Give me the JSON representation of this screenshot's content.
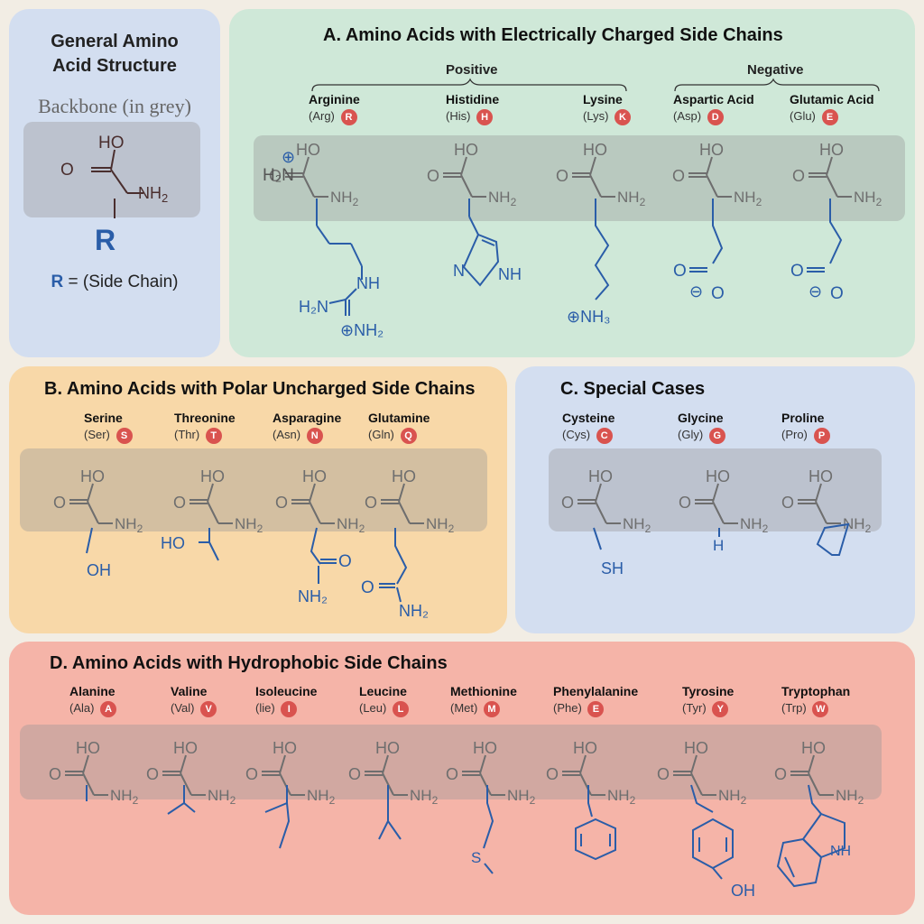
{
  "general": {
    "title_line1": "General Amino",
    "title_line2": "Acid Structure",
    "backbone_label": "Backbone (in grey)",
    "r_letter": "R",
    "r_definition_r": "R",
    "r_definition_text": " = (Side Chain)"
  },
  "chem": {
    "ho": "HO",
    "o": "O",
    "nh2": "NH",
    "nh2_sub": "2"
  },
  "sections": {
    "a": {
      "title": "A.  Amino Acids with Electrically Charged Side Chains",
      "positive_label": "Positive",
      "negative_label": "Negative",
      "amino_acids": [
        {
          "name": "Arginine",
          "abbr": "(Arg)",
          "code": "R"
        },
        {
          "name": "Histidine",
          "abbr": "(His)",
          "code": "H"
        },
        {
          "name": "Lysine",
          "abbr": "(Lys)",
          "code": "K"
        },
        {
          "name": "Aspartic Acid",
          "abbr": "(Asp)",
          "code": "D"
        },
        {
          "name": "Glutamic Acid",
          "abbr": "(Glu)",
          "code": "E"
        }
      ],
      "side_labels": {
        "arg_nh": "NH",
        "arg_h2n": "H₂N",
        "arg_nh2": "⊕NH₂",
        "arg_top_h2n": "H₂N",
        "arg_plus": "⊕",
        "his_n": "N",
        "his_nh": "NH",
        "lys_nh3": "⊕NH₃",
        "asp_o": "O",
        "asp_minus": "⊖",
        "asp_o2": "O",
        "glu_o": "O",
        "glu_minus": "⊖",
        "glu_o2": "O"
      }
    },
    "b": {
      "title": "B.  Amino Acids with Polar Uncharged Side Chains",
      "amino_acids": [
        {
          "name": "Serine",
          "abbr": "(Ser)",
          "code": "S"
        },
        {
          "name": "Threonine",
          "abbr": "(Thr)",
          "code": "T"
        },
        {
          "name": "Asparagine",
          "abbr": "(Asn)",
          "code": "N"
        },
        {
          "name": "Glutamine",
          "abbr": "(Gln)",
          "code": "Q"
        }
      ],
      "side_labels": {
        "ser_oh": "OH",
        "thr_ho": "HO",
        "asn_o": "O",
        "asn_nh2": "NH₂",
        "gln_o": "O",
        "gln_nh2": "NH₂"
      }
    },
    "c": {
      "title": "C.  Special Cases",
      "amino_acids": [
        {
          "name": "Cysteine",
          "abbr": "(Cys)",
          "code": "C"
        },
        {
          "name": "Glycine",
          "abbr": "(Gly)",
          "code": "G"
        },
        {
          "name": "Proline",
          "abbr": "(Pro)",
          "code": "P"
        }
      ],
      "side_labels": {
        "cys_sh": "SH",
        "gly_h": "H",
        "pro_nh": "NH"
      }
    },
    "d": {
      "title": "D.  Amino Acids with Hydrophobic Side Chains",
      "amino_acids": [
        {
          "name": "Alanine",
          "abbr": "(Ala)",
          "code": "A"
        },
        {
          "name": "Valine",
          "abbr": "(Val)",
          "code": "V"
        },
        {
          "name": "Isoleucine",
          "abbr": "(lie)",
          "code": "I"
        },
        {
          "name": "Leucine",
          "abbr": "(Leu)",
          "code": "L"
        },
        {
          "name": "Methionine",
          "abbr": "(Met)",
          "code": "M"
        },
        {
          "name": "Phenylalanine",
          "abbr": "(Phe)",
          "code": "E"
        },
        {
          "name": "Tyrosine",
          "abbr": "(Tyr)",
          "code": "Y"
        },
        {
          "name": "Tryptophan",
          "abbr": "(Trp)",
          "code": "W"
        }
      ],
      "side_labels": {
        "met_s": "S",
        "tyr_oh": "OH",
        "trp_nh": "NH"
      }
    }
  },
  "colors": {
    "backbone_grey": "#6e6e6e",
    "side_chain_blue": "#2a5da8",
    "badge_red": "#d9534f",
    "general_dark": "#4a2e2e"
  }
}
